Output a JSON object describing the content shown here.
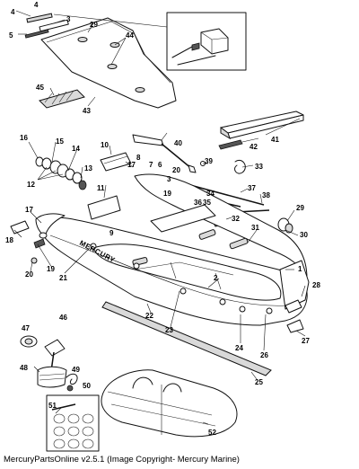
{
  "caption": "MercuryPartsOnline v2.5.1 (Image Copyright- Mercury Marine)",
  "brand_text": "MERCURY",
  "part_labels": {
    "p1": "1",
    "p2": "2",
    "p3a": "3",
    "p3b": "3",
    "p4": "4",
    "p5": "5",
    "p6": "6",
    "p7": "7",
    "p8": "8",
    "p9": "9",
    "p10": "10",
    "p11": "11",
    "p12": "12",
    "p13": "13",
    "p14": "14",
    "p15": "15",
    "p16": "16",
    "p17a": "17",
    "p17b": "17",
    "p18": "18",
    "p19a": "19",
    "p19b": "19",
    "p20a": "20",
    "p20b": "20",
    "p21": "21",
    "p22": "22",
    "p23": "23",
    "p24": "24",
    "p25": "25",
    "p26": "26",
    "p27": "27",
    "p28": "28",
    "p29a": "29",
    "p29b": "29",
    "p30": "30",
    "p31": "31",
    "p32": "32",
    "p33": "33",
    "p34": "34",
    "p35": "35",
    "p36": "36",
    "p37": "37",
    "p38": "38",
    "p39": "39",
    "p40": "40",
    "p41": "41",
    "p42": "42",
    "p43": "43",
    "p44": "44",
    "p45": "45",
    "p46": "46",
    "p47": "47",
    "p48": "48",
    "p49": "49",
    "p50": "50",
    "p51": "51",
    "p52": "52"
  }
}
